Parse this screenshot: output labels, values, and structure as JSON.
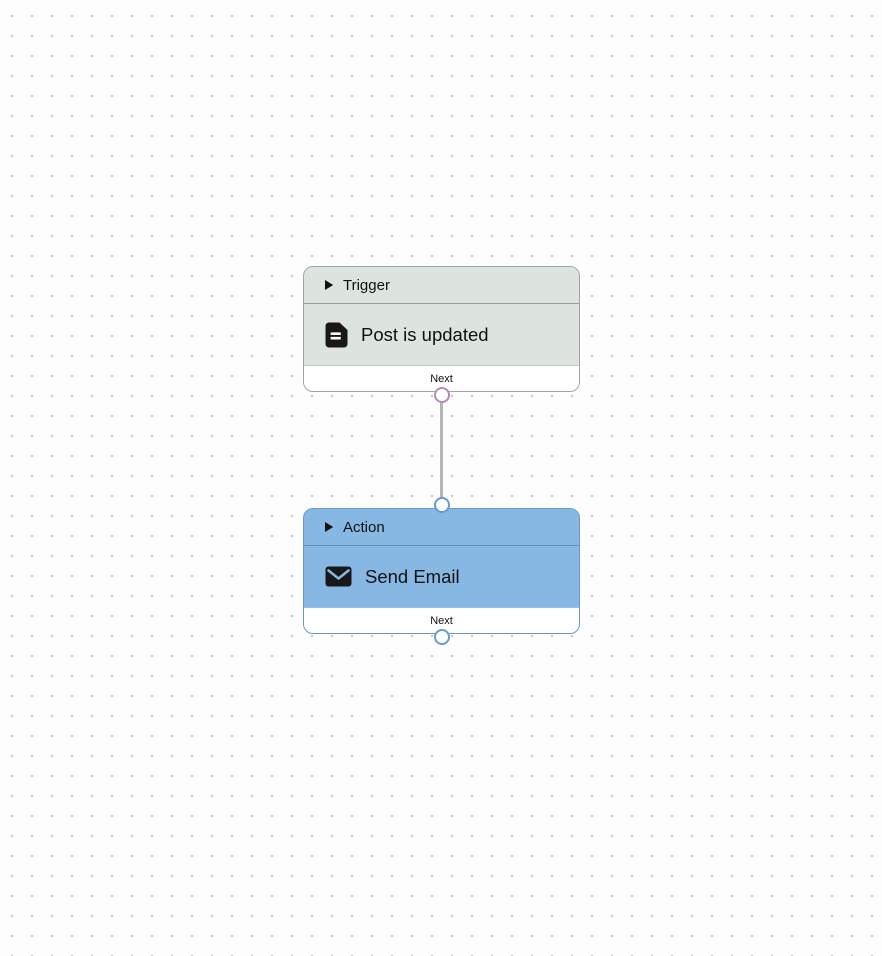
{
  "canvas": {
    "background": "#fdfdfd",
    "dot_color": "#c9c9c9"
  },
  "edge": {
    "color": "#b5b5b5"
  },
  "nodes": [
    {
      "type_label": "Trigger",
      "title": "Post is updated",
      "port_label": "Next",
      "icon": "document-icon",
      "fill": "#dde3dd",
      "border_color": "#a3a3a3",
      "handle_color": "#b38ab5"
    },
    {
      "type_label": "Action",
      "title": "Send Email",
      "port_label": "Next",
      "icon": "mail-icon",
      "fill": "#87b7e3",
      "border_color": "#649ace",
      "handle_color": "#689bd1"
    }
  ]
}
